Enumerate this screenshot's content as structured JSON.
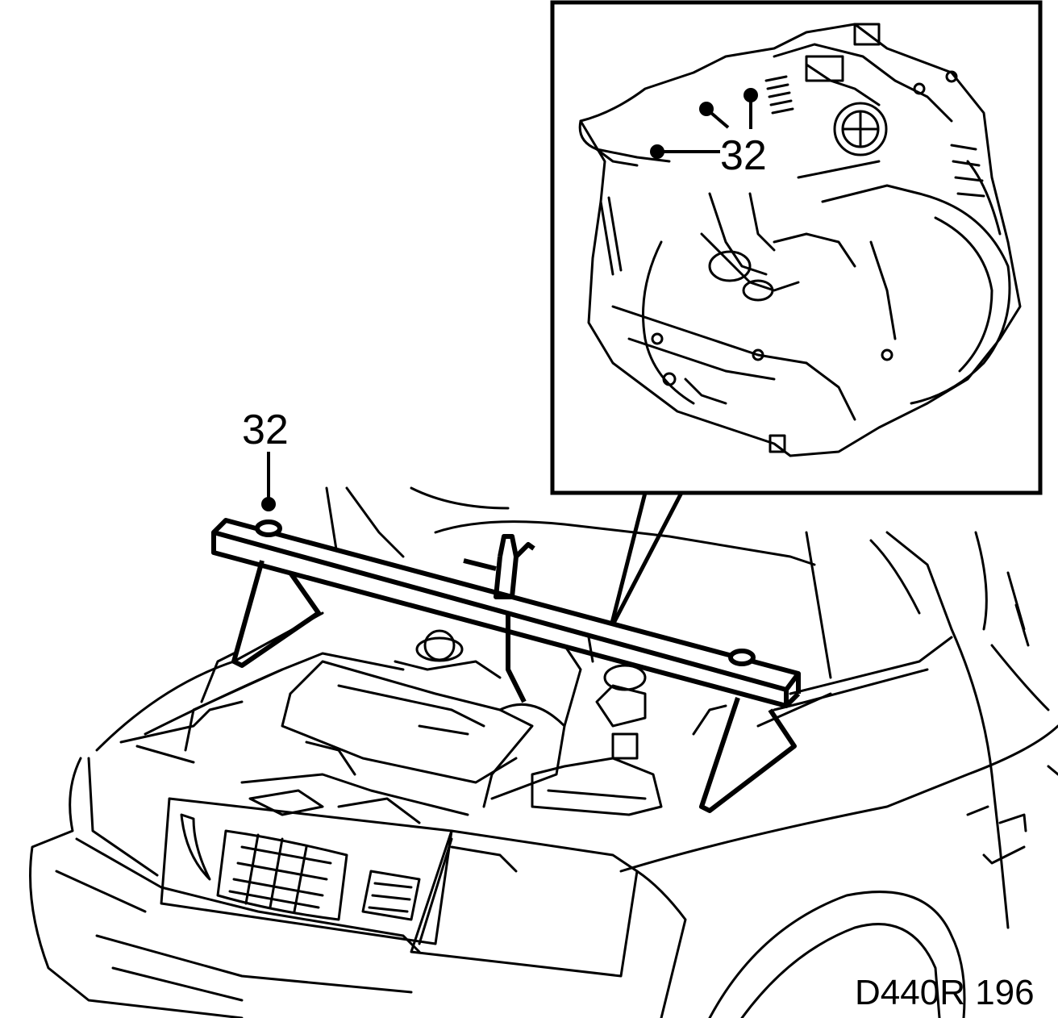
{
  "figure": {
    "callouts": {
      "main_label": "32",
      "inset_label": "32"
    },
    "figure_id": "D440R 196"
  },
  "colors": {
    "ink": "#000000",
    "paper": "#ffffff"
  }
}
